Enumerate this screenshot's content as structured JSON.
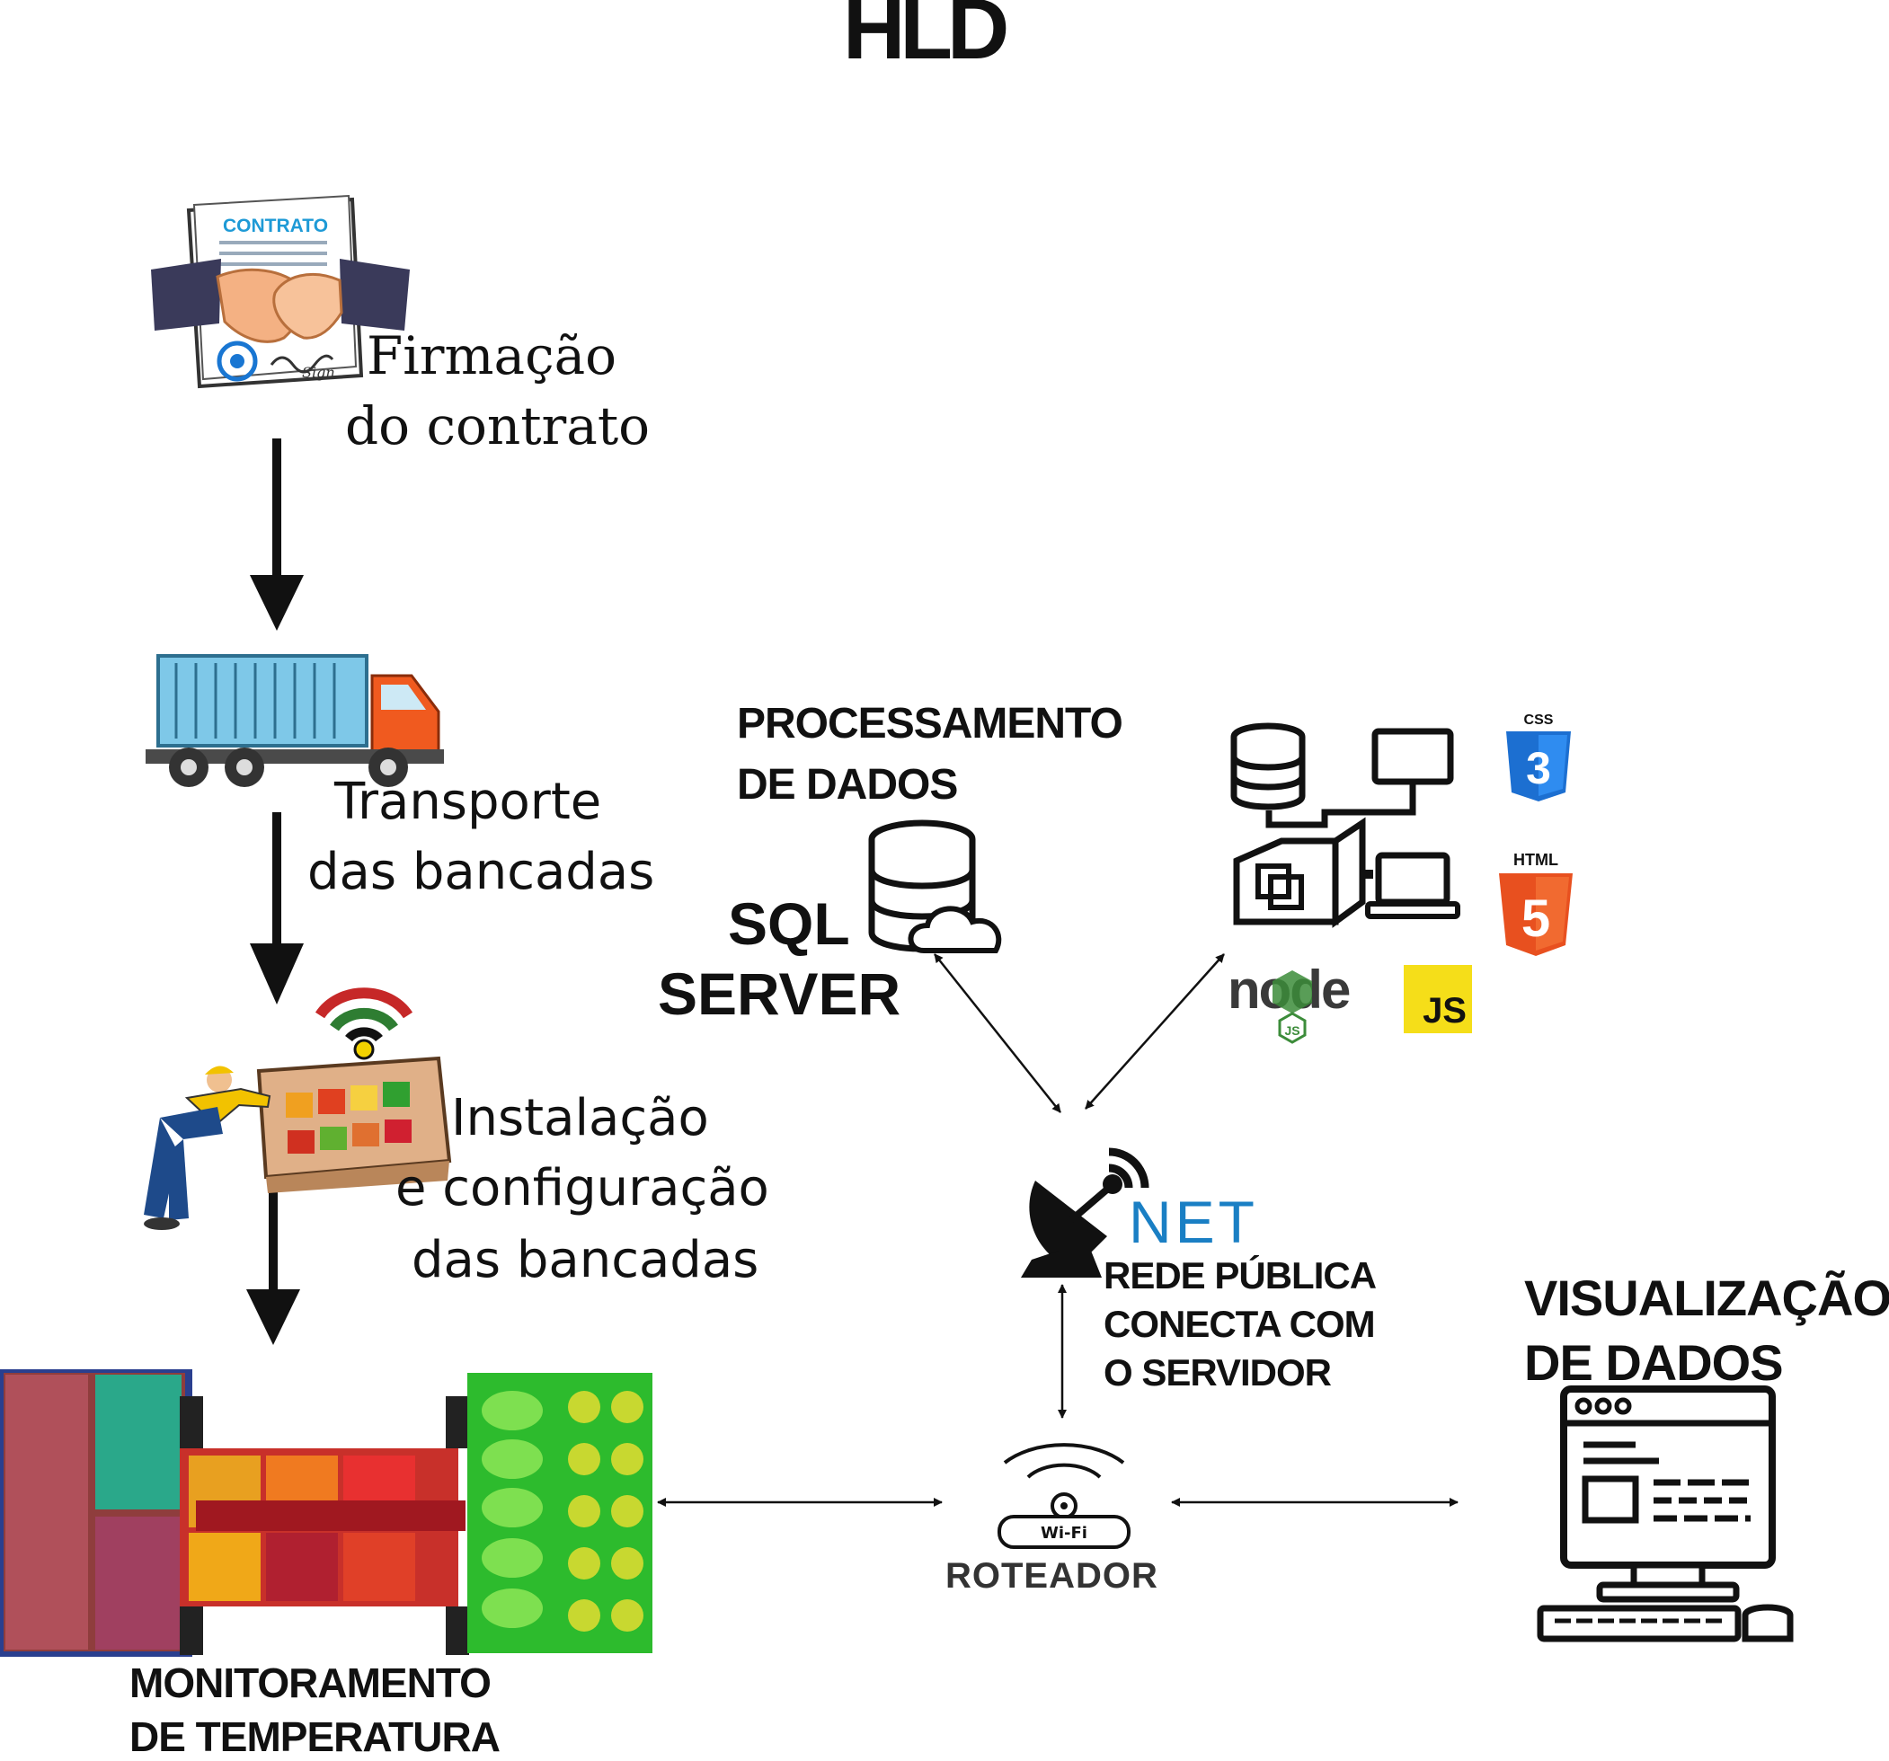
{
  "title": "HLD",
  "steps": {
    "contract": {
      "badge": "CONTRATO",
      "sign": "Sign",
      "line1": "Firmação",
      "line2": "do contrato"
    },
    "transport": {
      "line1": "Transporte",
      "line2": "das bancadas"
    },
    "install": {
      "line1": "Instalação",
      "line2": "e configuração",
      "line3": "das bancadas"
    },
    "monitor": {
      "line1": "MONITORAMENTO",
      "line2": "DE TEMPERATURA"
    }
  },
  "processing": {
    "line1": "PROCESSAMENTO",
    "line2": "DE DADOS",
    "sql1": "SQL",
    "sql2": "SERVER"
  },
  "stack": {
    "css": "CSS",
    "html": "HTML",
    "node": "node",
    "js": "JS",
    "js_small": "JS"
  },
  "network": {
    "brand": "NET",
    "line1": "REDE PÚBLICA",
    "line2": "CONECTA COM",
    "line3": "O SERVIDOR"
  },
  "router": {
    "label": "ROTEADOR",
    "wifi": "Wi-Fi"
  },
  "visualization": {
    "line1": "VISUALIZAÇÃO",
    "line2": "DE DADOS"
  },
  "colors": {
    "truck_container": "#7ec8e8",
    "truck_cab": "#f05a1f",
    "css_blue": "#1c6fd1",
    "html_orange": "#e8501f",
    "node_green": "#3c8c3a",
    "js_yellow": "#f5de19",
    "net_blue": "#1a7fc4",
    "wifi_red": "#c62828",
    "wifi_yellow": "#f2d200",
    "monitor_green": "#2dbb2d",
    "monitor_red": "#c8302a",
    "monitor_blue": "#2a3f8f"
  },
  "icons": [
    "contract-handshake-icon",
    "truck-icon",
    "worker-installing-icon",
    "wifi-signal-icon",
    "temperature-bench-icon",
    "sql-database-icon",
    "server-network-icon",
    "css3-icon",
    "html5-icon",
    "nodejs-icon",
    "javascript-icon",
    "satellite-dish-icon",
    "wifi-router-icon",
    "computer-terminal-icon"
  ]
}
